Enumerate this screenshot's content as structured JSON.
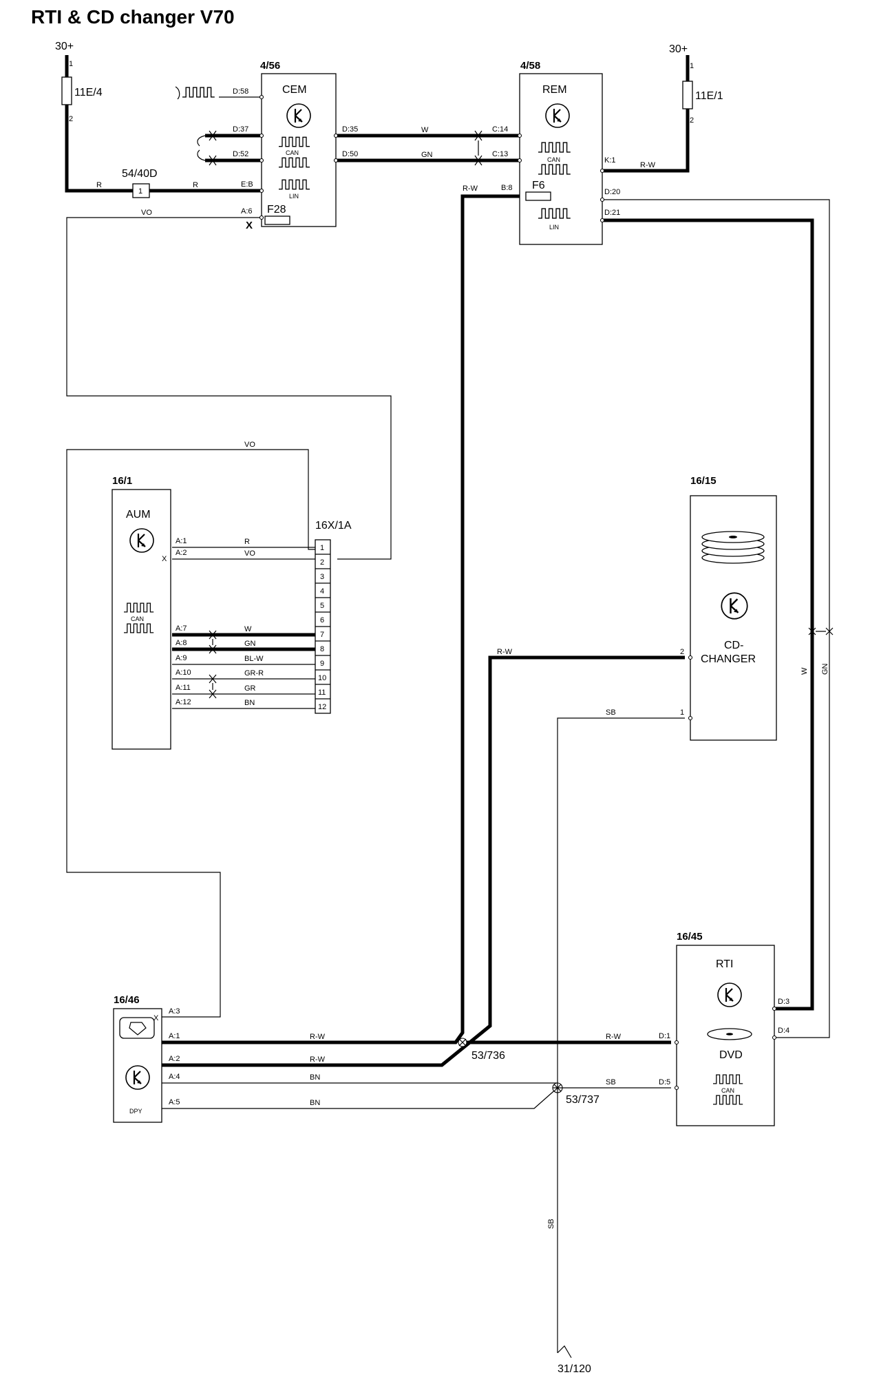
{
  "title": "RTI & CD changer V70",
  "supply": {
    "cem_side": "30+",
    "rem_side": "30+"
  },
  "fuses": {
    "left": "11E/4",
    "right": "11E/1",
    "f28": "F28",
    "f6": "F6"
  },
  "connector_54": {
    "tag": "54/40D",
    "pin": "1"
  },
  "pin_numbers": {
    "one": "1",
    "two": "2"
  },
  "modules": {
    "cem": {
      "tag": "4/56",
      "name": "CEM"
    },
    "rem": {
      "tag": "4/58",
      "name": "REM"
    },
    "aum": {
      "tag": "16/1",
      "name": "AUM"
    },
    "cd_changer": {
      "tag": "16/15",
      "name_line1": "CD-",
      "name_line2": "CHANGER"
    },
    "rti": {
      "tag": "16/45",
      "name": "RTI",
      "sub": "DVD"
    },
    "display": {
      "tag": "16/46",
      "sub": "DPY"
    }
  },
  "bus": {
    "can": "CAN",
    "lin": "LIN"
  },
  "cem_pins": {
    "d58": "D:58",
    "d37": "D:37",
    "d52": "D:52",
    "eb": "E:B",
    "a6": "A:6",
    "d35": "D:35",
    "d50": "D:50"
  },
  "rem_pins": {
    "c14": "C:14",
    "c13": "C:13",
    "b8": "B:8",
    "k1": "K:1",
    "d20": "D:20",
    "d21": "D:21"
  },
  "aum_pins": [
    "A:1",
    "A:2",
    "A:7",
    "A:8",
    "A:9",
    "A:10",
    "A:11",
    "A:12"
  ],
  "connector_16x": {
    "tag": "16X/1A",
    "pins": [
      "1",
      "2",
      "3",
      "4",
      "5",
      "6",
      "7",
      "8",
      "9",
      "10",
      "11",
      "12"
    ]
  },
  "rti_pins": {
    "d1": "D:1",
    "d5": "D:5",
    "d3": "D:3",
    "d4": "D:4"
  },
  "display_pins": {
    "a3": "A:3",
    "a1": "A:1",
    "a2": "A:2",
    "a4": "A:4",
    "a5": "A:5"
  },
  "splices": {
    "s736": "53/736",
    "s737": "53/737"
  },
  "ground": "31/120",
  "marks": {
    "x": "X"
  },
  "wires": {
    "r": "R",
    "vo": "VO",
    "w": "W",
    "gn": "GN",
    "rw": "R-W",
    "sb": "SB",
    "blw": "BL-W",
    "grr": "GR-R",
    "gr": "GR",
    "bn": "BN"
  }
}
